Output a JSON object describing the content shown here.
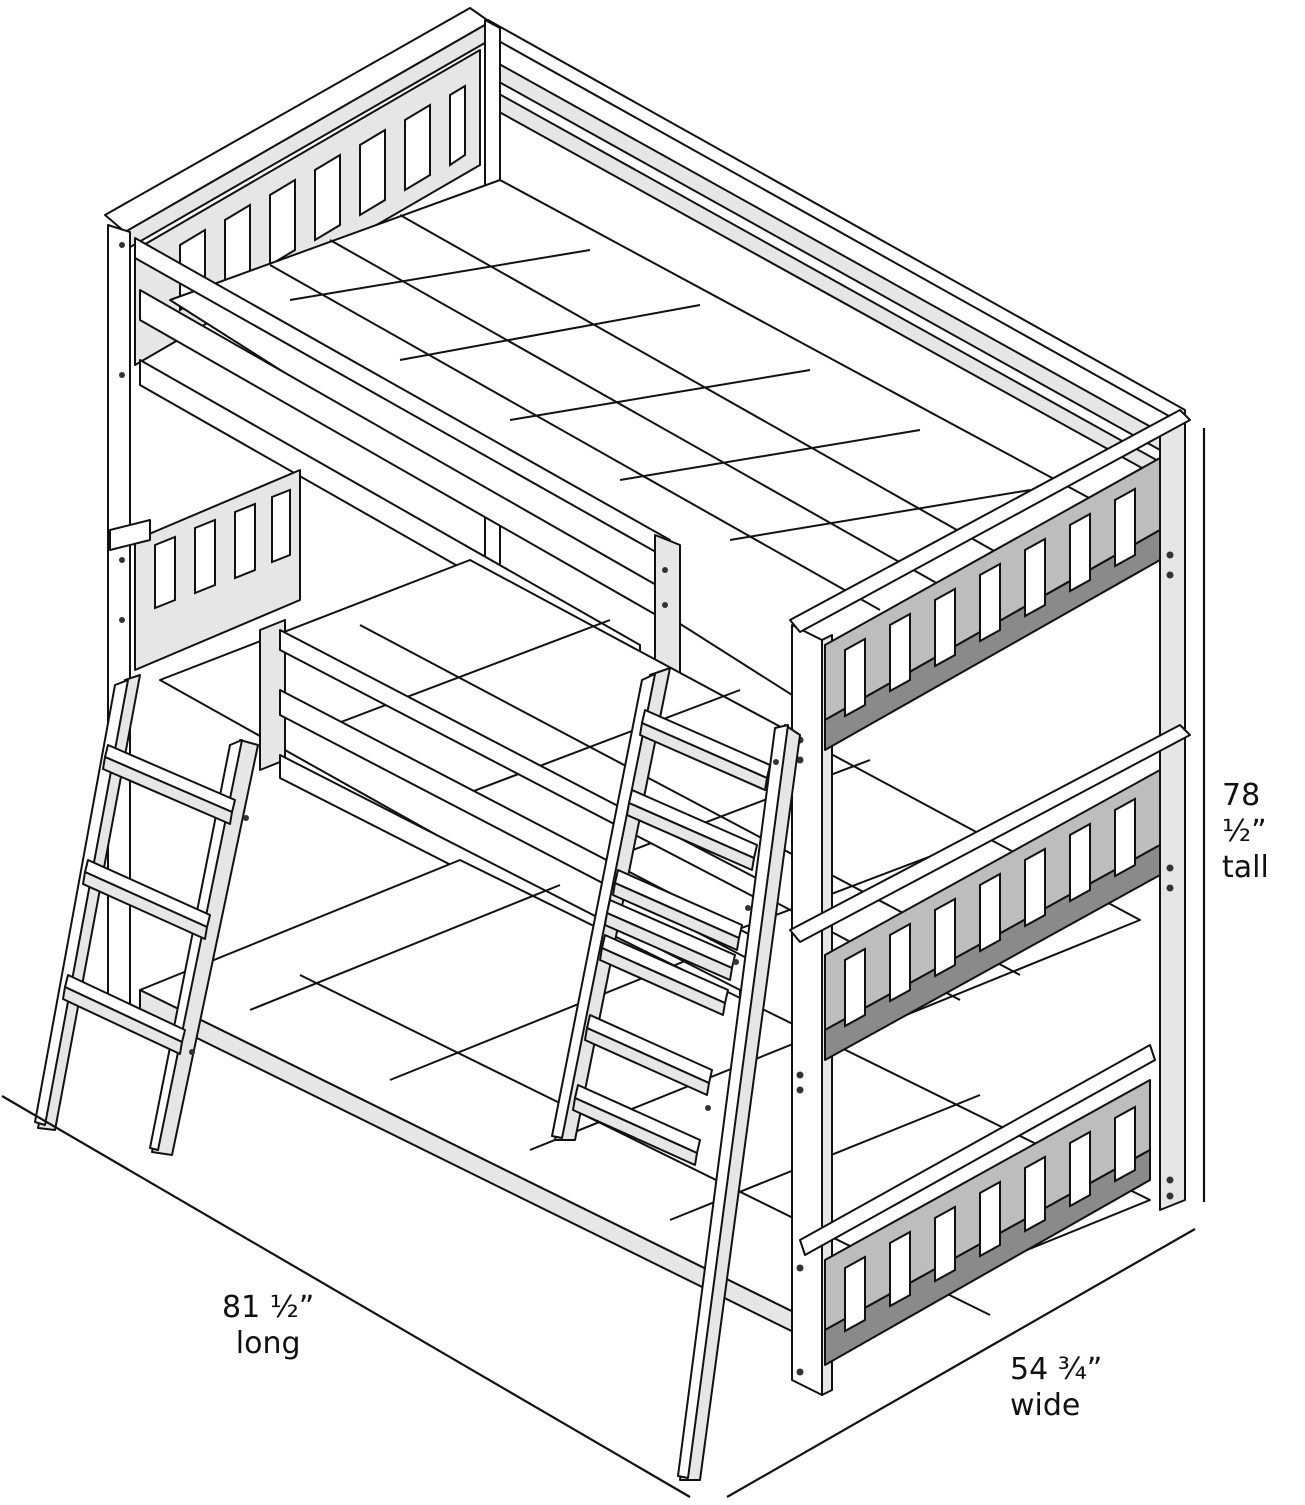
{
  "figure": {
    "subject": "Triple bunk bed with two angled ladders (isometric line drawing)",
    "colors": {
      "background": "#ffffff",
      "outline": "#111111",
      "panel_light": "#e6e6e6",
      "panel_mid": "#bdbdbd",
      "panel_dark": "#8a8a8a"
    }
  },
  "dimensions": {
    "height": {
      "value": "78 ½”",
      "unit_word": "tall"
    },
    "length": {
      "value": "81 ½”",
      "unit_word": "long"
    },
    "width": {
      "value": "54 ¾”",
      "unit_word": "wide"
    }
  },
  "structure": {
    "tiers": 3,
    "ladders": 2,
    "headboard_slats": 7,
    "footboard_slats_per_tier": 7
  }
}
